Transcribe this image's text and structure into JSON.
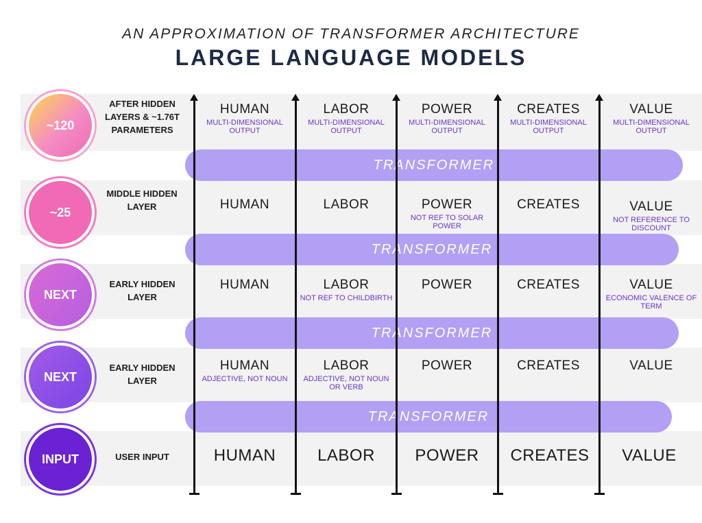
{
  "header": {
    "subtitle": "AN APPROXIMATION OF TRANSFORMER ARCHITECTURE",
    "title": "LARGE LANGUAGE MODELS"
  },
  "transformer_label": "TRANSFORMER",
  "layers": [
    {
      "badge": "~120",
      "label": "AFTER HIDDEN LAYERS & ~1.76T PARAMETERS",
      "cells": [
        {
          "word": "HUMAN",
          "note": "MULTI-DIMENSIONAL OUTPUT"
        },
        {
          "word": "LABOR",
          "note": "MULTI-DIMENSIONAL OUTPUT"
        },
        {
          "word": "POWER",
          "note": "MULTI-DIMENSIONAL OUTPUT"
        },
        {
          "word": "CREATES",
          "note": "MULTI-DIMENSIONAL OUTPUT"
        },
        {
          "word": "VALUE",
          "note": "MULTI-DIMENSIONAL OUTPUT"
        }
      ]
    },
    {
      "badge": "~25",
      "label": "MIDDLE HIDDEN LAYER",
      "cells": [
        {
          "word": "HUMAN",
          "note": ""
        },
        {
          "word": "LABOR",
          "note": ""
        },
        {
          "word": "POWER",
          "note": "NOT REF TO SOLAR POWER"
        },
        {
          "word": "CREATES",
          "note": ""
        },
        {
          "word": "VALUE",
          "note": "NOT REFERENCE TO DISCOUNT"
        }
      ]
    },
    {
      "badge": "NEXT",
      "label": "EARLY HIDDEN LAYER",
      "cells": [
        {
          "word": "HUMAN",
          "note": ""
        },
        {
          "word": "LABOR",
          "note": "NOT REF TO CHILDBIRTH"
        },
        {
          "word": "POWER",
          "note": ""
        },
        {
          "word": "CREATES",
          "note": ""
        },
        {
          "word": "VALUE",
          "note": "ECONOMIC VALENCE OF TERM"
        }
      ]
    },
    {
      "badge": "NEXT",
      "label": "EARLY HIDDEN LAYER",
      "cells": [
        {
          "word": "HUMAN",
          "note": "ADJECTIVE, NOT NOUN"
        },
        {
          "word": "LABOR",
          "note": "ADJECTIVE, NOT NOUN OR VERB"
        },
        {
          "word": "POWER",
          "note": ""
        },
        {
          "word": "CREATES",
          "note": ""
        },
        {
          "word": "VALUE",
          "note": ""
        }
      ]
    },
    {
      "badge": "INPUT",
      "label": "USER INPUT",
      "cells": [
        {
          "word": "HUMAN",
          "note": ""
        },
        {
          "word": "LABOR",
          "note": ""
        },
        {
          "word": "POWER",
          "note": ""
        },
        {
          "word": "CREATES",
          "note": ""
        },
        {
          "word": "VALUE",
          "note": ""
        }
      ]
    }
  ],
  "colors": {
    "badge_120": "#f37ab8",
    "badge_25": "#f06ab5",
    "badge_next_1": "#c463dc",
    "badge_next_2": "#8a4ee6",
    "badge_input": "#6a22d3",
    "transformer_bar": "#b39ff4",
    "note_text": "#6a35c9"
  }
}
